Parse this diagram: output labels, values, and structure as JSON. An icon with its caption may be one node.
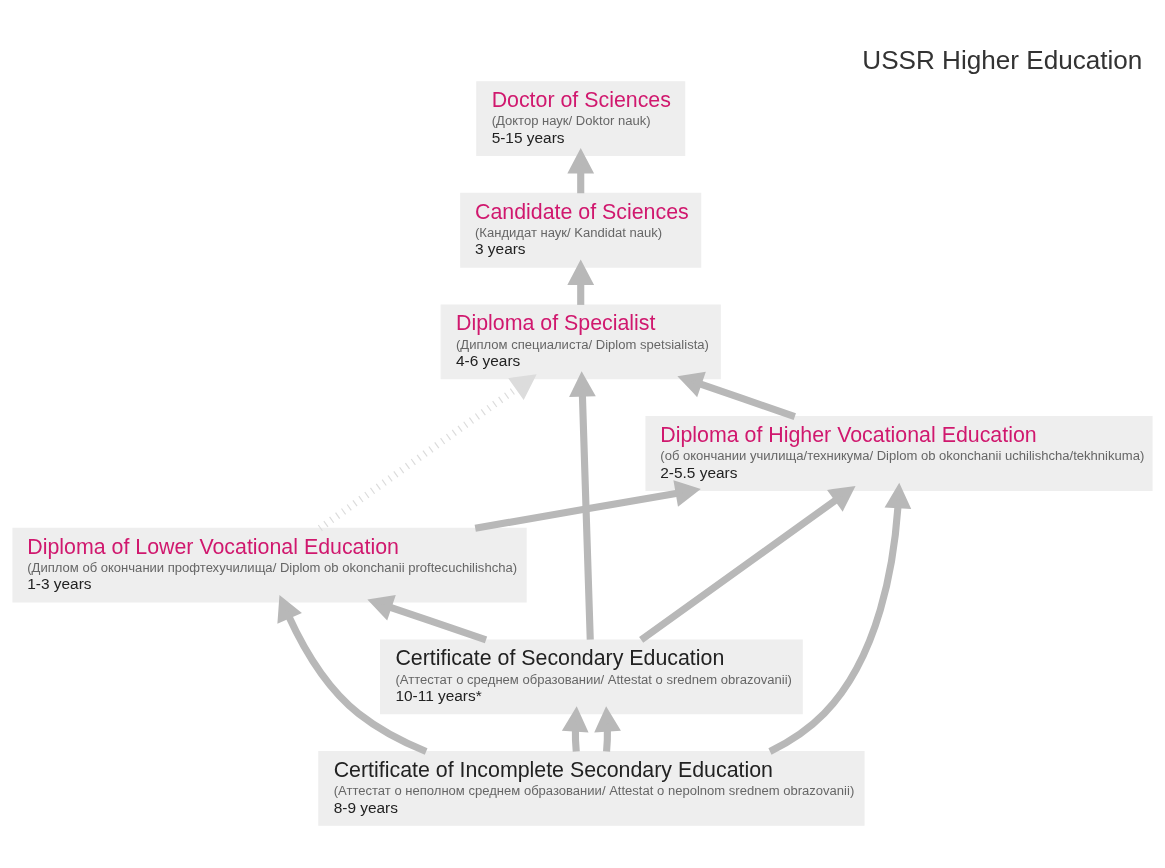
{
  "diagram": {
    "title": "USSR Higher Education",
    "nodes": [
      {
        "text": [
          "Doctor of Sciences",
          "(Доктор наук/ Doktor nauk)",
          "5-15 years"
        ]
      },
      {
        "text": [
          "Candidate of Sciences",
          "(Кандидат наук/ Kandidat nauk)",
          "3 years"
        ]
      },
      {
        "text": [
          "Diploma of Specialist",
          "(Диплом специалиста/ Diplom spetsialista)",
          "4-6 years"
        ]
      },
      {
        "text": [
          "Diploma of Higher Vocational Education",
          "(об окончании училища/техникума/ Diplom ob okonchanii uchilishcha/tekhnikuma)",
          "2-5.5 years"
        ]
      },
      {
        "text": [
          "Diploma of Lower Vocational Education",
          "(Диплом об окончании профтехучилища/ Diplom ob okonchanii proftecuchilishcha)",
          "1-3 years"
        ]
      },
      {
        "text": [
          "Certificate of Secondary Education",
          "(Аттестат о среднем образовании/ Attestat o srednem obrazovanii)",
          "10-11 years*"
        ]
      },
      {
        "text": [
          "Certificate of Incomplete Secondary Education",
          "(Аттестат о неполном среднем образовании/ Attestat o nepolnom srednem obrazovanii)",
          "8-9 years"
        ]
      }
    ],
    "edges": [
      {
        "from": 1,
        "to": 0,
        "arrow": "to"
      },
      {
        "from": 2,
        "to": 1,
        "arrow": "to"
      },
      {
        "from": 5,
        "to": 2,
        "arrow": "to"
      },
      {
        "from": 4,
        "to": 2,
        "arrow": "to",
        "style": "dashed",
        "color": "#dcdcdc"
      },
      {
        "from": 3,
        "to": 2,
        "arrow": "to"
      },
      {
        "from": 5,
        "to": 3,
        "arrow": "to"
      },
      {
        "from": 4,
        "to": 3,
        "arrow": "to"
      },
      {
        "from": 6,
        "to": 3,
        "arrow": "to"
      },
      {
        "from": 5,
        "to": 4,
        "arrow": "to"
      },
      {
        "from": 6,
        "to": 4,
        "arrow": "to"
      },
      {
        "from": 6,
        "to": 5,
        "arrow": "to"
      },
      {
        "from": 6,
        "to": 5,
        "arrow": "to"
      }
    ]
  }
}
